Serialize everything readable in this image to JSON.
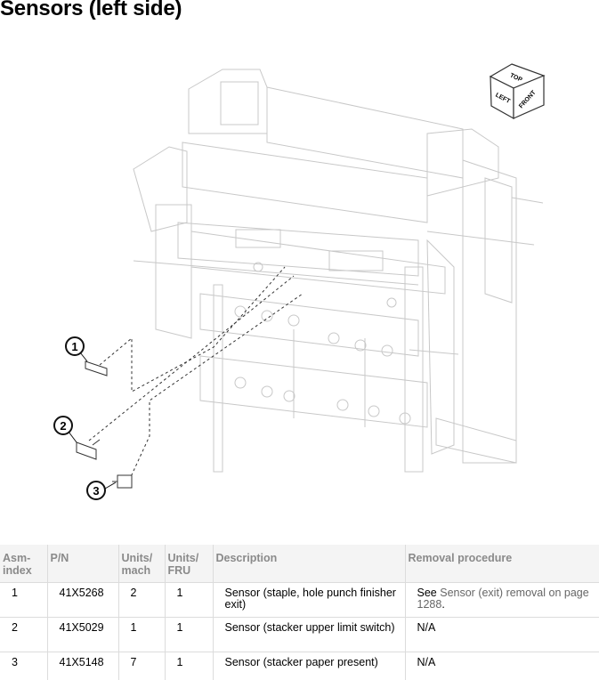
{
  "page": {
    "title": "Sensors (left side)"
  },
  "illustration": {
    "cube_labels": {
      "top": "TOP",
      "left": "LEFT",
      "front": "FRONT"
    },
    "callouts": [
      "1",
      "2",
      "3"
    ]
  },
  "table": {
    "headers": {
      "asm_index": "Asm-index",
      "pn": "P/N",
      "units_mach": "Units/ mach",
      "units_fru": "Units/ FRU",
      "description": "Description",
      "removal": "Removal procedure"
    },
    "rows": [
      {
        "asm_index": "1",
        "pn": "41X5268",
        "units_mach": "2",
        "units_fru": "1",
        "description": "Sensor (staple, hole punch finisher exit)",
        "removal_prefix": "See",
        "removal_link": "Sensor (exit) removal on page 1288",
        "removal_suffix": "."
      },
      {
        "asm_index": "2",
        "pn": "41X5029",
        "units_mach": "1",
        "units_fru": "1",
        "description": "Sensor (stacker upper limit switch)",
        "removal_prefix": "N/A",
        "removal_link": "",
        "removal_suffix": ""
      },
      {
        "asm_index": "3",
        "pn": "41X5148",
        "units_mach": "7",
        "units_fru": "1",
        "description": "Sensor (stacker paper present)",
        "removal_prefix": "N/A",
        "removal_link": "",
        "removal_suffix": ""
      }
    ]
  }
}
